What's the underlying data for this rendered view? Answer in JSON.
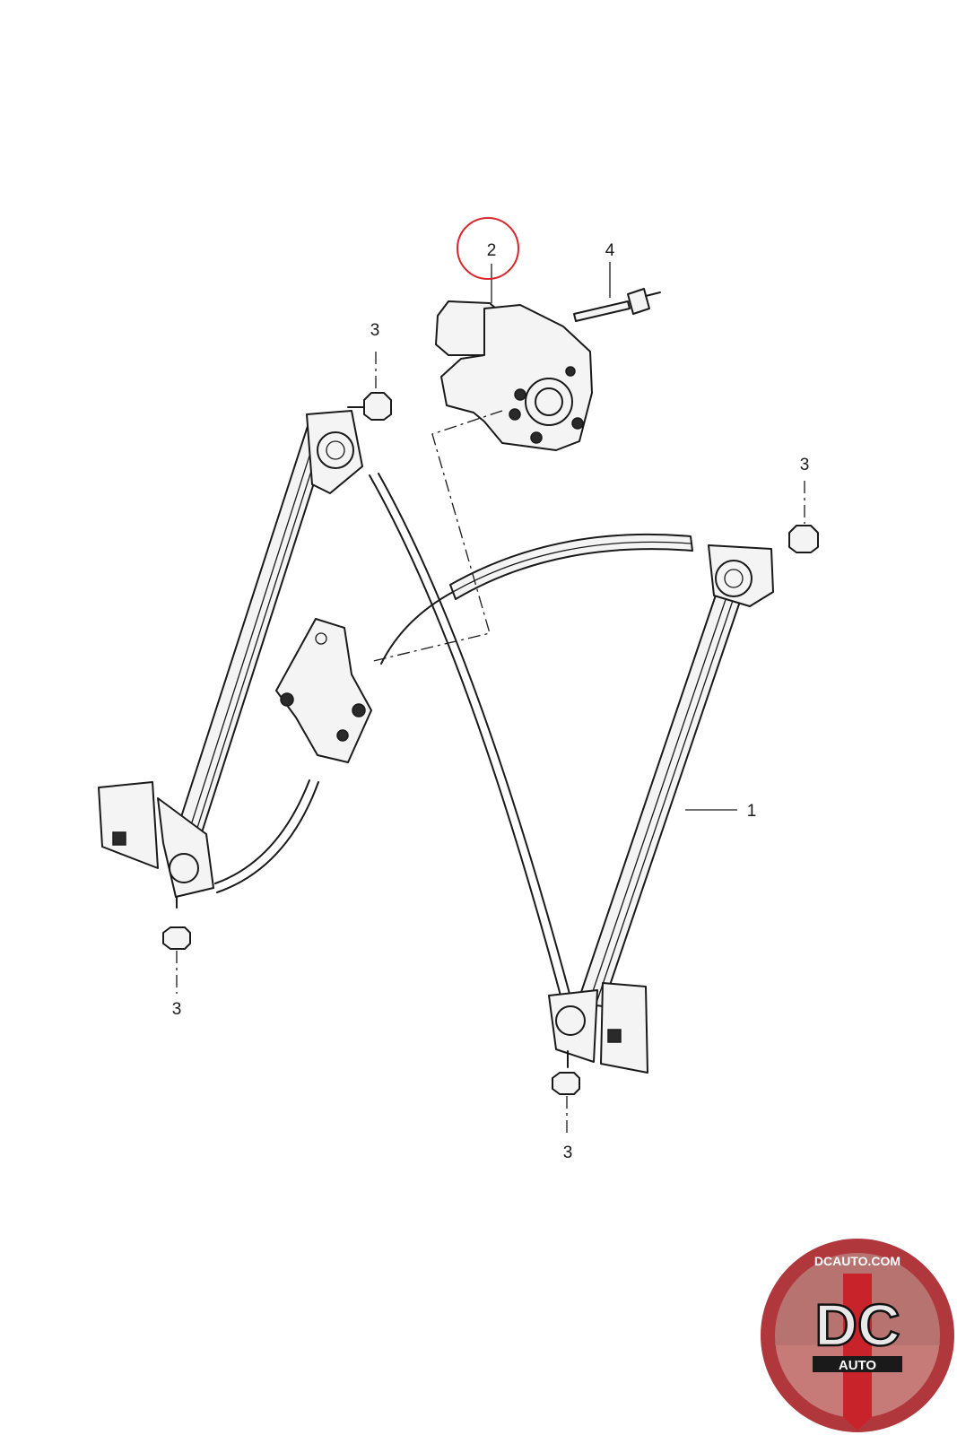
{
  "callouts": [
    {
      "id": "regulator",
      "label": "1"
    },
    {
      "id": "motor",
      "label": "2",
      "highlighted": true
    },
    {
      "id": "nut-top-left",
      "label": "3"
    },
    {
      "id": "nut-right",
      "label": "3"
    },
    {
      "id": "nut-bottom-left",
      "label": "3"
    },
    {
      "id": "nut-bottom-right",
      "label": "3"
    },
    {
      "id": "bolt",
      "label": "4"
    }
  ],
  "highlight_color": "#d9252b",
  "logo": {
    "top_text": "DCAUTO.COM",
    "main_text": "DC",
    "bottom_text": "AUTO",
    "colors": {
      "ring": "#b0383c",
      "stripe": "#c8232a",
      "letters": "#e8e8e8"
    }
  }
}
